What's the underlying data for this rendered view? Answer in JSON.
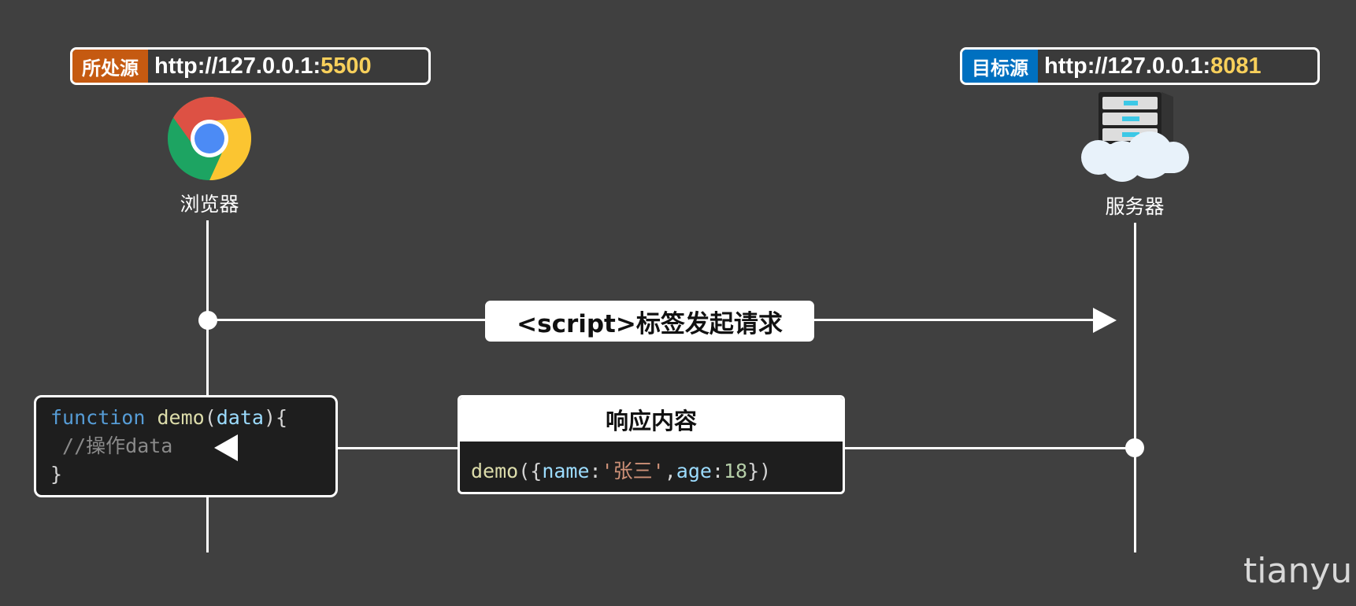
{
  "source": {
    "tag": "所处源",
    "url_prefix": "http://127.0.0.1:",
    "port": "5500",
    "tag_color": "#c55a11",
    "label": "浏览器",
    "icon": "chrome-icon"
  },
  "target": {
    "tag": "目标源",
    "url_prefix": "http://127.0.0.1:",
    "port": "8081",
    "tag_color": "#0070c0",
    "label": "服务器",
    "icon": "server-cloud-icon"
  },
  "request": {
    "label": "<script>标签发起请求"
  },
  "callback_code": {
    "line1": {
      "keyword": "function",
      "name": " demo",
      "open": "(",
      "param": "data",
      "close": "){"
    },
    "line2": " //操作data",
    "line3": "}"
  },
  "response": {
    "title": "响应内容",
    "code": {
      "fn": "demo",
      "open": "({",
      "key1": "name",
      "colon1": ":",
      "val1": "'张三'",
      "comma": ",",
      "key2": "age",
      "colon2": ":",
      "val2": "18",
      "close": "})"
    }
  },
  "watermark": "tianyu"
}
